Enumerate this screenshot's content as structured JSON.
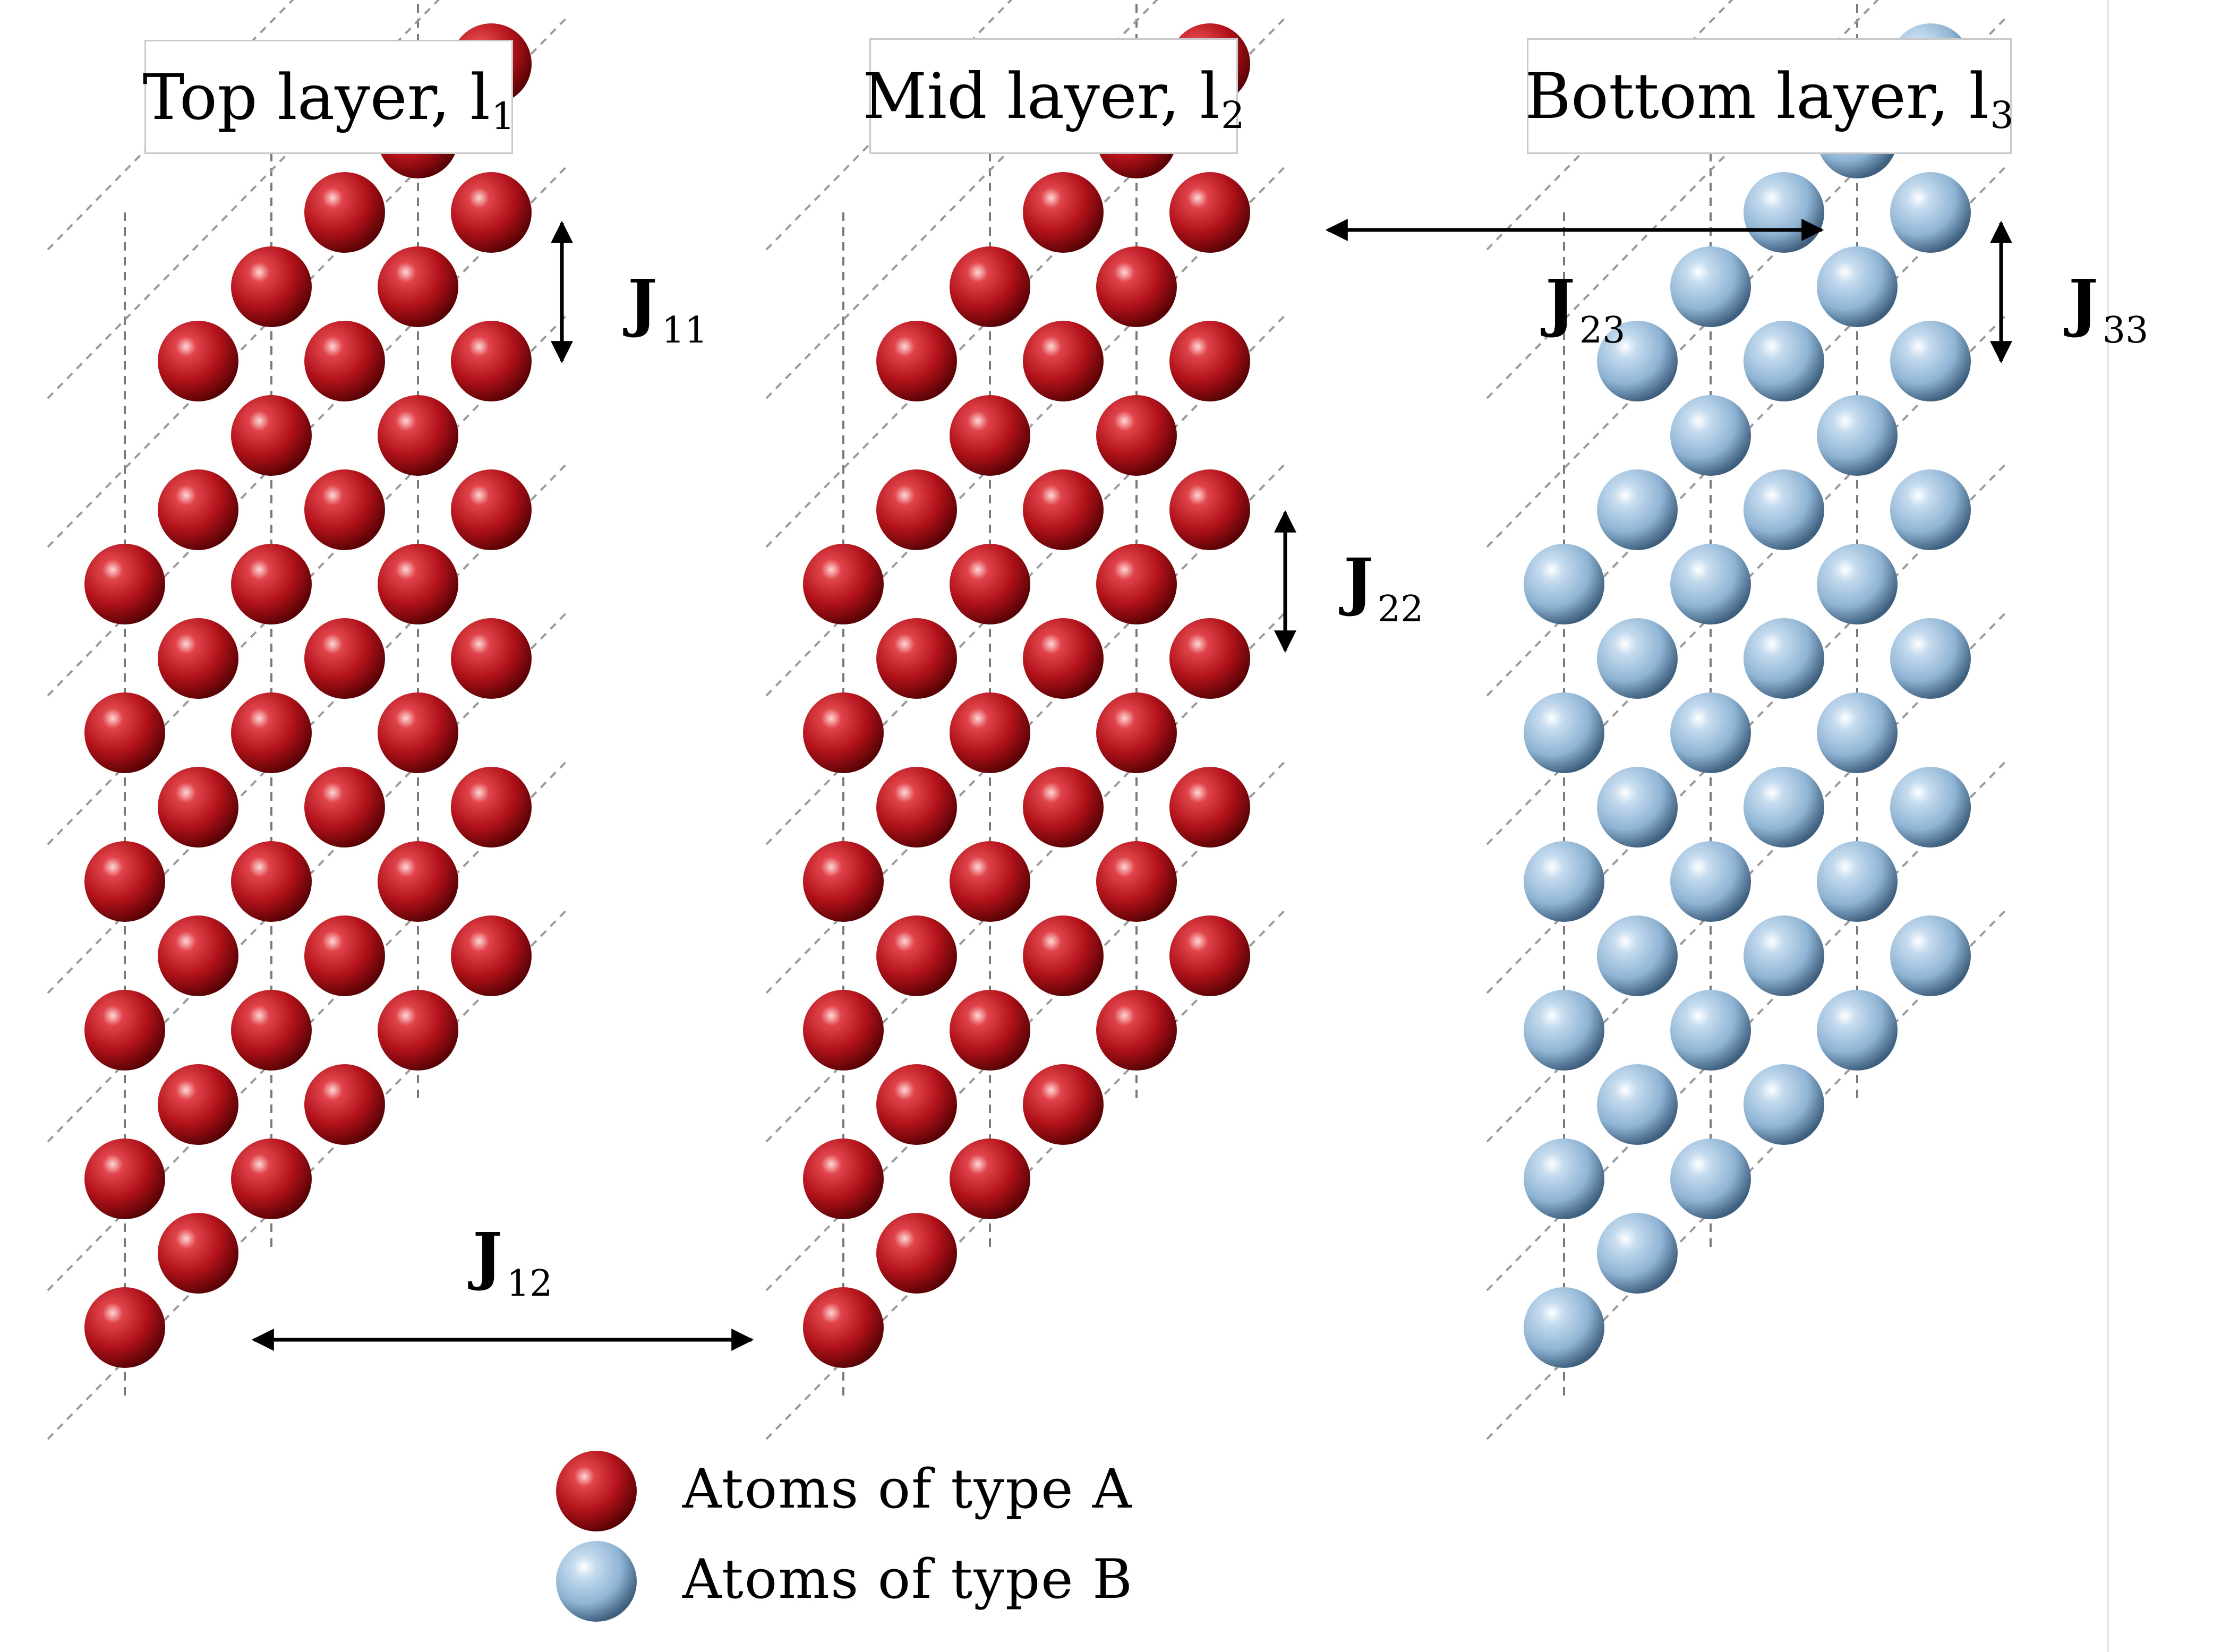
{
  "layers": [
    {
      "name": "Top layer, l",
      "subscript": "1",
      "atom_type": "A"
    },
    {
      "name": "Mid layer, l",
      "subscript": "2",
      "atom_type": "A"
    },
    {
      "name": "Bottom layer, l",
      "subscript": "3",
      "atom_type": "B"
    }
  ],
  "couplings": {
    "j11": {
      "symbol": "J",
      "subscript": "11"
    },
    "j22": {
      "symbol": "J",
      "subscript": "22"
    },
    "j33": {
      "symbol": "J",
      "subscript": "33"
    },
    "j12": {
      "symbol": "J",
      "subscript": "12"
    },
    "j23": {
      "symbol": "J",
      "subscript": "23"
    }
  },
  "legend": [
    {
      "label": "Atoms of type A",
      "atom_type": "A"
    },
    {
      "label": "Atoms of type B",
      "atom_type": "B"
    }
  ],
  "colors": {
    "atom_a": "#b3121a",
    "atom_b": "#8fb4d4",
    "lattice_line": "#7a7a7a",
    "arrow": "#000000"
  }
}
